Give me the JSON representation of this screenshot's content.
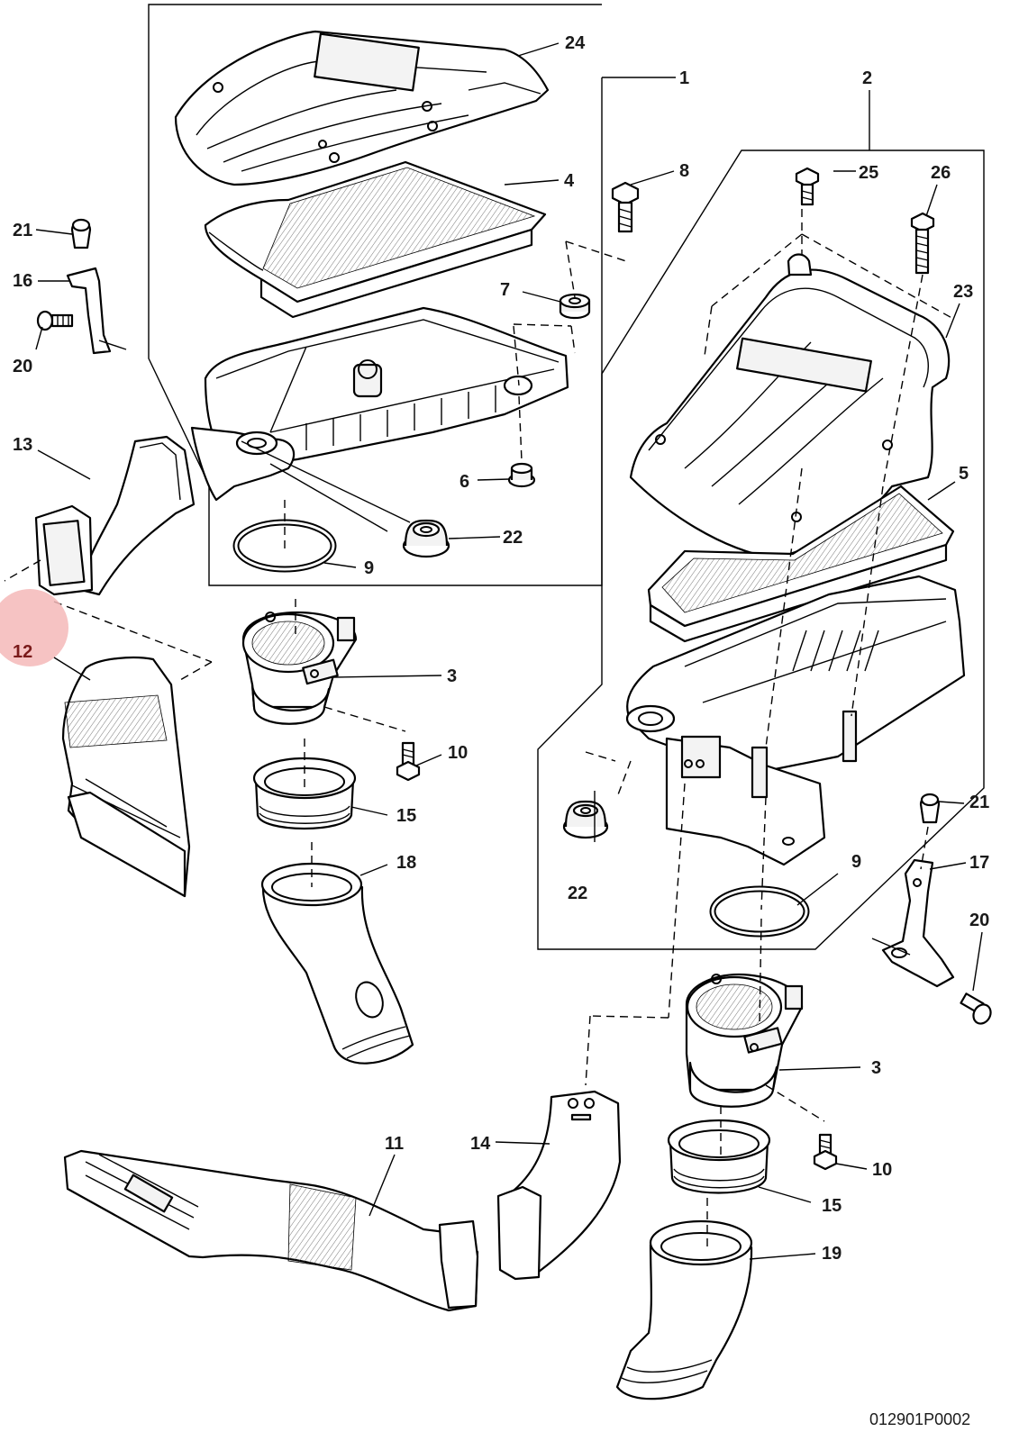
{
  "diagram": {
    "labels": {
      "l1": "1",
      "l2": "2",
      "l3a": "3",
      "l3b": "3",
      "l4": "4",
      "l5": "5",
      "l6": "6",
      "l7": "7",
      "l8": "8",
      "l9a": "9",
      "l9b": "9",
      "l10a": "10",
      "l10b": "10",
      "l11": "11",
      "l12": "12",
      "l13": "13",
      "l14": "14",
      "l15a": "15",
      "l15b": "15",
      "l16": "16",
      "l17": "17",
      "l18": "18",
      "l19": "19",
      "l20a": "20",
      "l20b": "20",
      "l21a": "21",
      "l21b": "21",
      "l22a": "22",
      "l22b": "22",
      "l23": "23",
      "l24": "24",
      "l25": "25",
      "l26": "26"
    },
    "highlight_color": "#f4b9b9",
    "reference_code": "012901P0002"
  }
}
